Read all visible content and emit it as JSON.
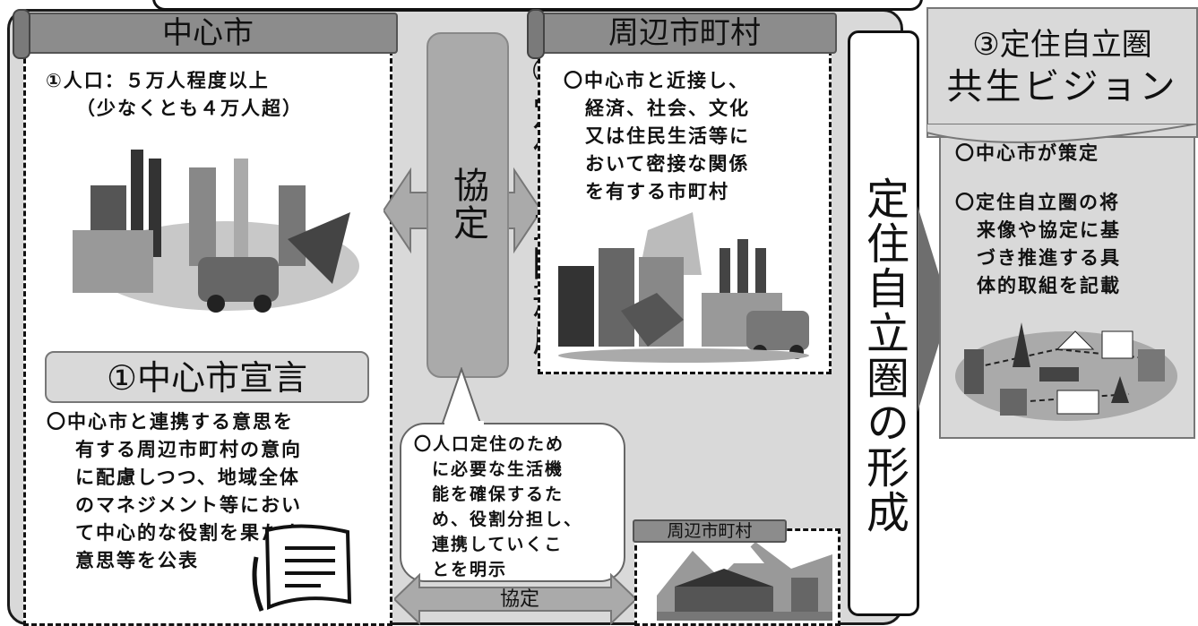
{
  "central_city": {
    "title": "中心市",
    "criteria_line1": "①人口：５万人程度以上",
    "criteria_line2": "（少なくとも４万人超）"
  },
  "declaration": {
    "title": "①中心市宣言",
    "desc_lines": [
      "〇中心市と連携する意思を",
      "有する周辺市町村の意向",
      "に配慮しつつ、地域全体",
      "のマネジメント等におい",
      "て中心的な役割を果たす",
      "意思等を公表"
    ]
  },
  "agreement": {
    "title": "②定住自立圏形成協定",
    "bubble_lines": [
      "〇人口定住のため",
      "に必要な生活機",
      "能を確保するた",
      "め、役割分担し、",
      "連携していくこ",
      "とを明示"
    ],
    "bottom_label": "協定"
  },
  "neighbor": {
    "title": "周辺市町村",
    "desc_lines": [
      "〇中心市と近接し、",
      "経済、社会、文化",
      "又は住民生活等に",
      "おいて密接な関係",
      "を有する市町村"
    ],
    "small_title": "周辺市町村"
  },
  "formation": {
    "label": "定住自立圏の形成"
  },
  "vision": {
    "title_line1": "③定住自立圏",
    "title_line2": "共生ビジョン",
    "item1": "〇中心市が策定",
    "item2_lines": [
      "〇定住自立圏の将",
      "来像や協定に基",
      "づき推進する具",
      "体的取組を記載"
    ]
  },
  "icons": [
    "city-clipart",
    "factory-city-clipart",
    "scroll-clipart",
    "village-clipart",
    "network-map-clipart"
  ],
  "colors": {
    "panel": "#d9d9d9",
    "tab": "#8c8c8c",
    "arrow": "#aaaaaa",
    "dark_arrow": "#6e6e6e"
  }
}
